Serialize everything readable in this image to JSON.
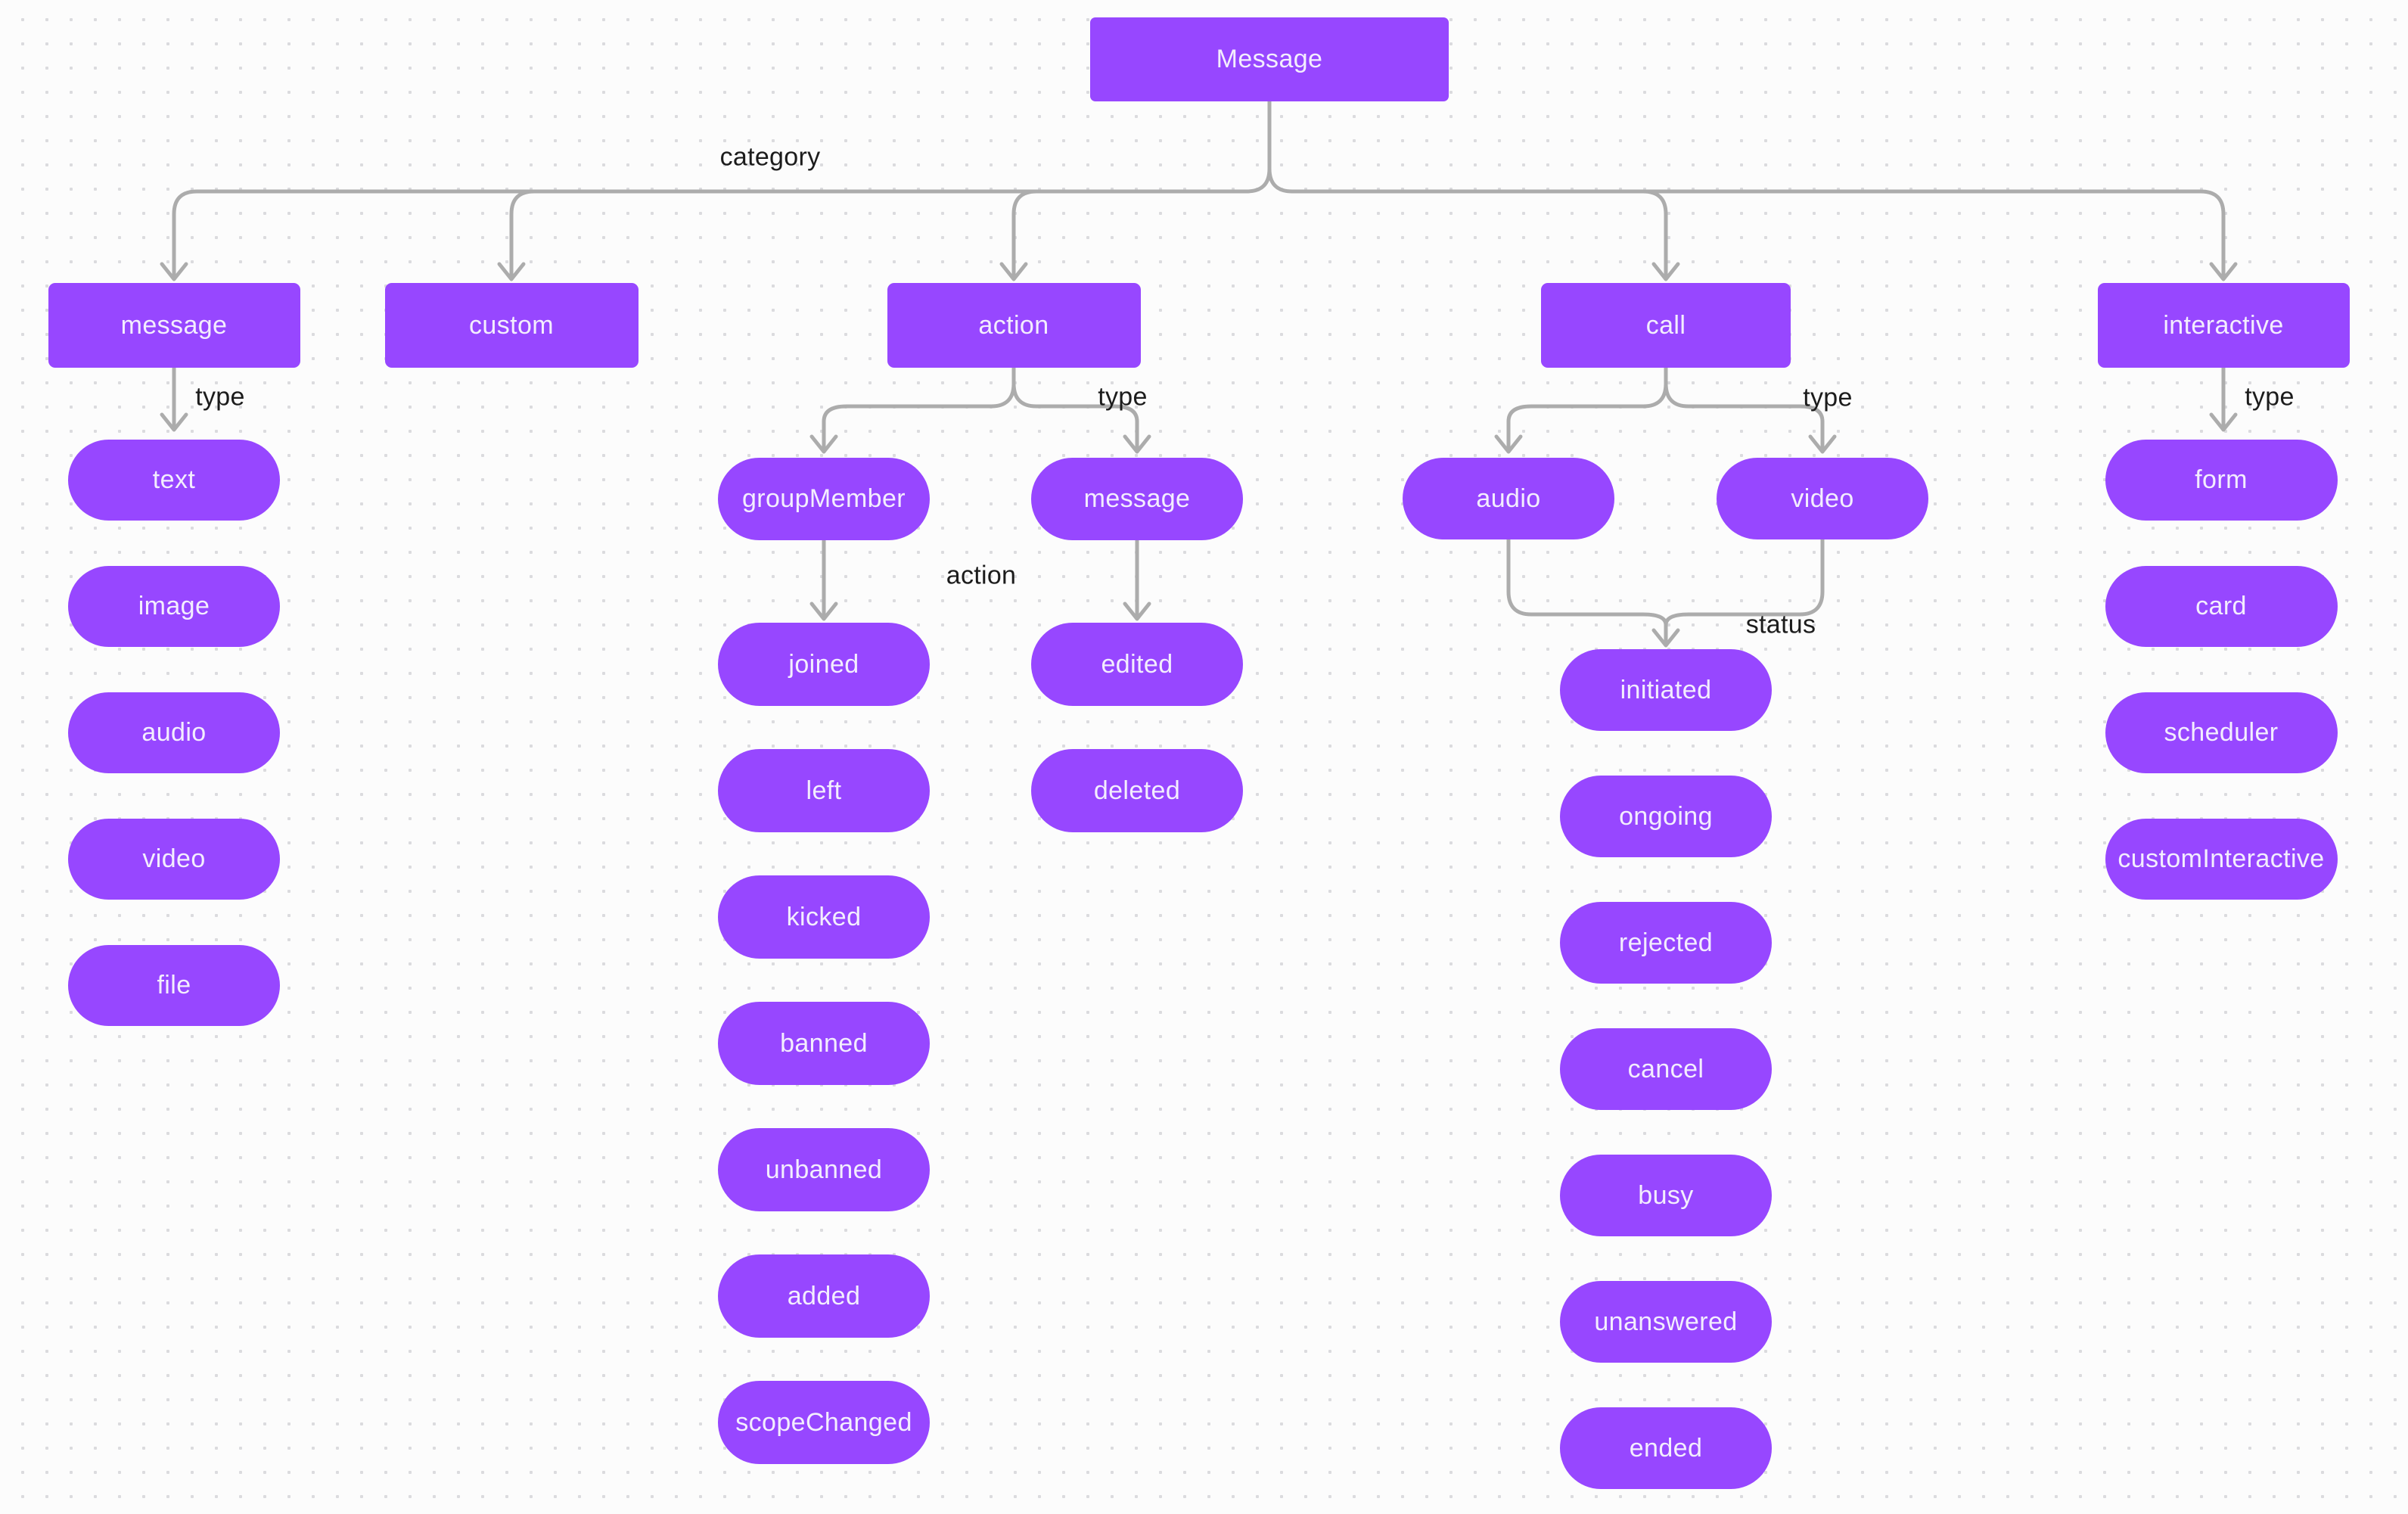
{
  "app": {
    "description": "Message type hierarchy flowchart",
    "root_label": "Message"
  },
  "palette": {
    "node_fill": "#9747FF",
    "node_text": "#F3EDFE",
    "edge_gray": "#ACACAC",
    "label_text": "#1C1C1C",
    "canvas_bg": "#FCFCFC",
    "dot_grid": "#DBDBDE"
  },
  "nodes": [
    {
      "id": "root",
      "label": "Message"
    },
    {
      "id": "message",
      "label": "message"
    },
    {
      "id": "custom",
      "label": "custom"
    },
    {
      "id": "action",
      "label": "action"
    },
    {
      "id": "call",
      "label": "call"
    },
    {
      "id": "interactive",
      "label": "interactive"
    },
    {
      "id": "text",
      "label": "text"
    },
    {
      "id": "image",
      "label": "image"
    },
    {
      "id": "audio",
      "label": "audio"
    },
    {
      "id": "video",
      "label": "video"
    },
    {
      "id": "file",
      "label": "file"
    },
    {
      "id": "groupMember",
      "label": "groupMember"
    },
    {
      "id": "message2",
      "label": "message"
    },
    {
      "id": "joined",
      "label": "joined"
    },
    {
      "id": "left",
      "label": "left"
    },
    {
      "id": "kicked",
      "label": "kicked"
    },
    {
      "id": "banned",
      "label": "banned"
    },
    {
      "id": "unbanned",
      "label": "unbanned"
    },
    {
      "id": "added",
      "label": "added"
    },
    {
      "id": "scopeChanged",
      "label": "scopeChanged"
    },
    {
      "id": "edited",
      "label": "edited"
    },
    {
      "id": "deleted",
      "label": "deleted"
    },
    {
      "id": "audio2",
      "label": "audio"
    },
    {
      "id": "video2",
      "label": "video"
    },
    {
      "id": "initiated",
      "label": "initiated"
    },
    {
      "id": "ongoing",
      "label": "ongoing"
    },
    {
      "id": "rejected",
      "label": "rejected"
    },
    {
      "id": "cancel",
      "label": "cancel"
    },
    {
      "id": "busy",
      "label": "busy"
    },
    {
      "id": "unanswered",
      "label": "unanswered"
    },
    {
      "id": "ended",
      "label": "ended"
    },
    {
      "id": "form",
      "label": "form"
    },
    {
      "id": "card",
      "label": "card"
    },
    {
      "id": "scheduler",
      "label": "scheduler"
    },
    {
      "id": "customInteractive",
      "label": "customInteractive"
    }
  ],
  "edge_labels": [
    {
      "id": "category",
      "text": "category"
    },
    {
      "id": "type_message",
      "text": "type"
    },
    {
      "id": "type_action",
      "text": "type"
    },
    {
      "id": "type_call",
      "text": "type"
    },
    {
      "id": "type_interactive",
      "text": "type"
    },
    {
      "id": "action",
      "text": "action"
    },
    {
      "id": "status",
      "text": "status"
    }
  ]
}
